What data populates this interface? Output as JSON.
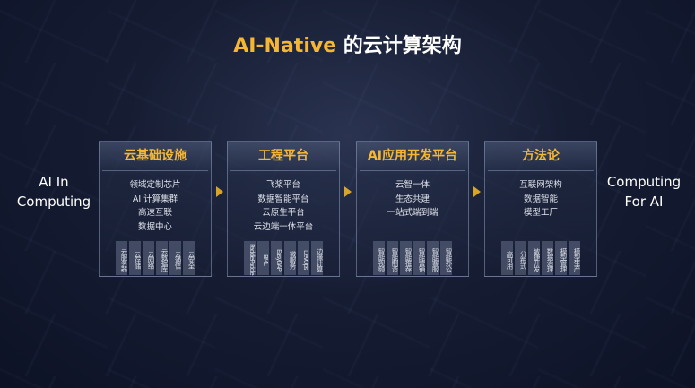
{
  "title": {
    "accent": "AI-Native",
    "rest": " 的云计算架构"
  },
  "left_label": [
    "AI  In",
    "Computing"
  ],
  "right_label": [
    "Computing",
    "For AI"
  ],
  "colors": {
    "accent": "#f5b731",
    "arrow": "#d9a526"
  },
  "cards": [
    {
      "title": "云基础设施",
      "items": [
        "领域定制芯片",
        "AI 计算集群",
        "高速互联",
        "数据中心"
      ],
      "tags": [
        "云服务器",
        "云存储",
        "云网络",
        "云数据库",
        "云通信",
        "云安全"
      ]
    },
    {
      "title": "工程平台",
      "items": [
        "飞桨平台",
        "数据智能平台",
        "云原生平台",
        "云边端一体平台"
      ],
      "tags": [
        "PaddlePaddle",
        "BML",
        "EasyDAP",
        "微服务",
        "DevOps",
        "边缘计算"
      ]
    },
    {
      "title": "AI应用开发平台",
      "items": [
        "云智一体",
        "生态共建",
        "一站式端到端"
      ],
      "tags": [
        "智能视频",
        "智能制造",
        "智能推荐",
        "智能营销",
        "智能客服",
        "智能办公"
      ]
    },
    {
      "title": "方法论",
      "items": [
        "互联网架构",
        "数据智能",
        "模型工厂"
      ],
      "tags": [
        "高可用",
        "分布式",
        "敏捷开发",
        "数据治理",
        "模型管理",
        "模型生产"
      ]
    }
  ]
}
